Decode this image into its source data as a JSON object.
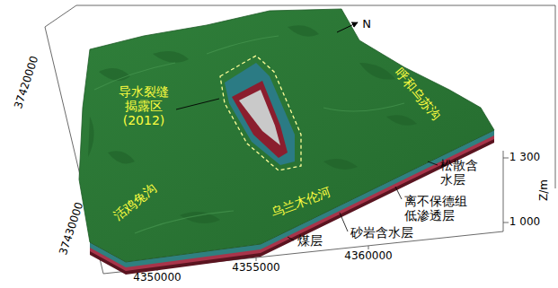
{
  "diagram": {
    "labels": [
      "N",
      "37420000",
      "37430000",
      "4350000",
      "4355000",
      "4360000",
      "1 300",
      "1 000",
      "Z/m",
      "导水裂缝 揭露区 (2012)",
      "呼和乌苏沟",
      "活鸡兔沟",
      "乌兰木伦河",
      "松散含 水层",
      "离不保德组 低渗透层",
      "砂岩含水层",
      "煤层"
    ]
  }
}
